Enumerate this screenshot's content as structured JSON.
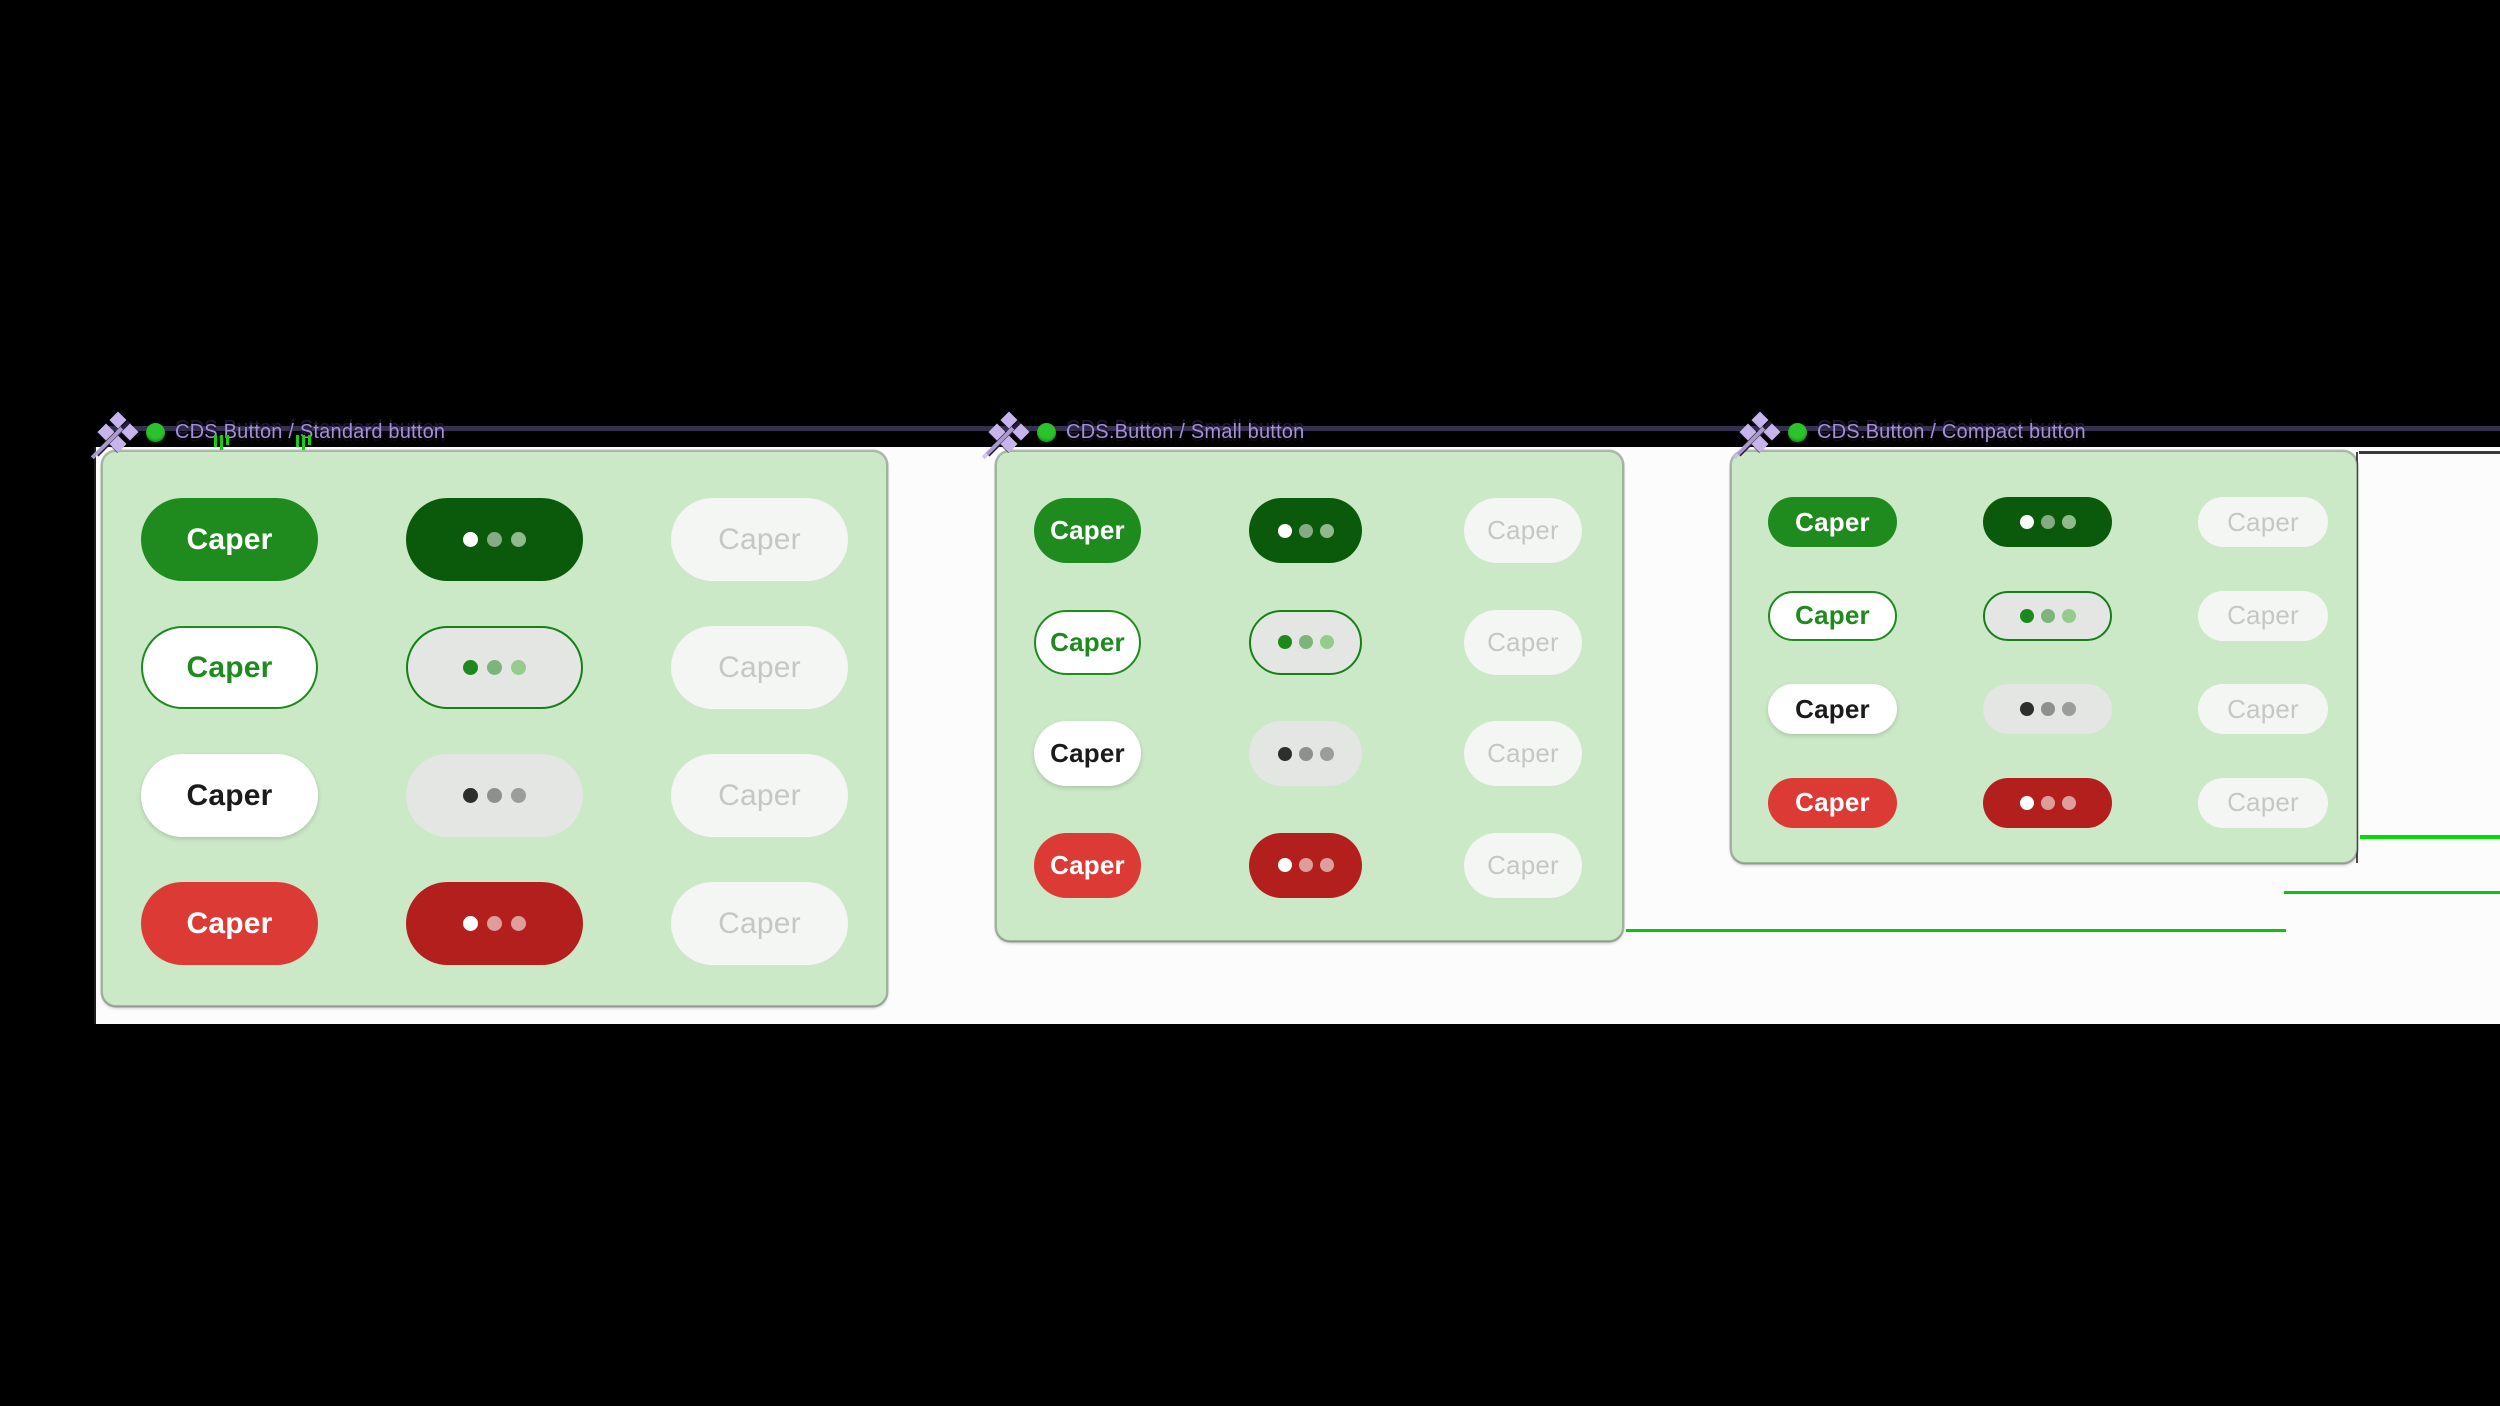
{
  "button_label": "Caper",
  "frames": [
    {
      "name": "standard",
      "title": "CDS.Button / Standard button",
      "grid": [
        [
          {
            "variant": "primary",
            "state": "default",
            "label": "Caper"
          },
          {
            "variant": "primary",
            "state": "loading"
          },
          {
            "variant": "primary",
            "state": "disabled",
            "label": "Caper"
          }
        ],
        [
          {
            "variant": "secondary",
            "state": "default",
            "label": "Caper"
          },
          {
            "variant": "secondary",
            "state": "loading"
          },
          {
            "variant": "secondary",
            "state": "disabled",
            "label": "Caper"
          }
        ],
        [
          {
            "variant": "tertiary",
            "state": "default",
            "label": "Caper"
          },
          {
            "variant": "tertiary",
            "state": "loading"
          },
          {
            "variant": "tertiary",
            "state": "disabled",
            "label": "Caper"
          }
        ],
        [
          {
            "variant": "destructive",
            "state": "default",
            "label": "Caper"
          },
          {
            "variant": "destructive",
            "state": "loading"
          },
          {
            "variant": "destructive",
            "state": "disabled",
            "label": "Caper"
          }
        ]
      ]
    },
    {
      "name": "small",
      "title": "CDS.Button / Small button",
      "grid": [
        [
          {
            "variant": "primary",
            "state": "default",
            "label": "Caper"
          },
          {
            "variant": "primary",
            "state": "loading"
          },
          {
            "variant": "primary",
            "state": "disabled",
            "label": "Caper"
          }
        ],
        [
          {
            "variant": "secondary",
            "state": "default",
            "label": "Caper"
          },
          {
            "variant": "secondary",
            "state": "loading"
          },
          {
            "variant": "secondary",
            "state": "disabled",
            "label": "Caper"
          }
        ],
        [
          {
            "variant": "tertiary",
            "state": "default",
            "label": "Caper"
          },
          {
            "variant": "tertiary",
            "state": "loading"
          },
          {
            "variant": "tertiary",
            "state": "disabled",
            "label": "Caper"
          }
        ],
        [
          {
            "variant": "destructive",
            "state": "default",
            "label": "Caper"
          },
          {
            "variant": "destructive",
            "state": "loading"
          },
          {
            "variant": "destructive",
            "state": "disabled",
            "label": "Caper"
          }
        ]
      ]
    },
    {
      "name": "compact",
      "title": "CDS.Button / Compact button",
      "grid": [
        [
          {
            "variant": "primary",
            "state": "default",
            "label": "Caper"
          },
          {
            "variant": "primary",
            "state": "loading"
          },
          {
            "variant": "primary",
            "state": "disabled",
            "label": "Caper"
          }
        ],
        [
          {
            "variant": "secondary",
            "state": "default",
            "label": "Caper"
          },
          {
            "variant": "secondary",
            "state": "loading"
          },
          {
            "variant": "secondary",
            "state": "disabled",
            "label": "Caper"
          }
        ],
        [
          {
            "variant": "tertiary",
            "state": "default",
            "label": "Caper"
          },
          {
            "variant": "tertiary",
            "state": "loading"
          },
          {
            "variant": "tertiary",
            "state": "disabled",
            "label": "Caper"
          }
        ],
        [
          {
            "variant": "destructive",
            "state": "default",
            "label": "Caper"
          },
          {
            "variant": "destructive",
            "state": "loading"
          },
          {
            "variant": "destructive",
            "state": "disabled",
            "label": "Caper"
          }
        ]
      ]
    }
  ],
  "loading_dots": {
    "primary": [
      "#ffffff",
      "#84ab84",
      "#90ba8b"
    ],
    "secondary": [
      "#1d891d",
      "#7cb47c",
      "#96cb8e"
    ],
    "tertiary": [
      "#2e2e2e",
      "#8f8f8f",
      "#9c9c9c"
    ],
    "destructive": [
      "#ffffff",
      "#dd9d9a",
      "#de9f9c"
    ]
  },
  "colors": {
    "canvas_bg": "#000000",
    "backdrop": "#fcfcfc",
    "panel_bg": "#cbe8c7",
    "primary_green": "#1f8b1f",
    "primary_loading_bg": "#0b5a0b",
    "secondary_border": "#1f8b1f",
    "secondary_loading_bg": "#e4e6e3",
    "tertiary_bg": "#ffffff",
    "tertiary_loading_bg": "#e3e6e2",
    "destructive_red": "#dc3b35",
    "destructive_loading_bg": "#b21f1d",
    "disabled_bg": "#f4f6f3",
    "disabled_text": "#c3c9c1",
    "title_text": "#a590d8",
    "title_line": "#353050",
    "component_icon": "#c7b4ec",
    "status_dot": "#2bc32b",
    "guide_green": "#00dc00"
  },
  "icons": {
    "frame_marker": "component-diamond-icon",
    "frame_status": "green-status-dot"
  }
}
